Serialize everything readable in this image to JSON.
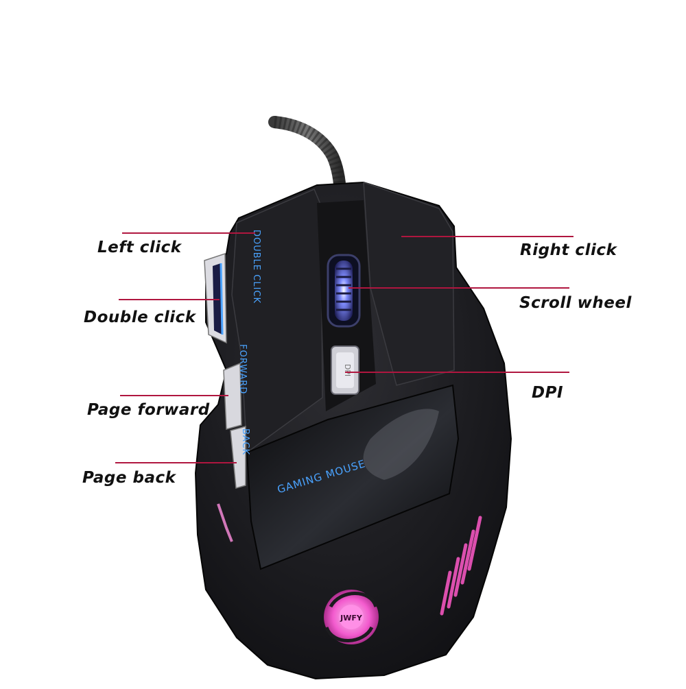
{
  "diagram": {
    "callouts": {
      "left_click": "Left click",
      "double_click": "Double click",
      "page_forward": "Page forward",
      "page_back": "Page back",
      "right_click": "Right click",
      "scroll_wheel": "Scroll wheel",
      "dpi": "DPI"
    },
    "mouse_printed_text": {
      "double_click_side": "DOUBLE CLICK",
      "forward_side": "FORWARD",
      "back_side": "BACK",
      "palm_text": "GAMING MOUSE",
      "dpi_button": "DPI"
    },
    "logo_text": "JWFY",
    "colors": {
      "leader_line": "#b0163f",
      "mouse_body": "#1b1b1e",
      "side_text": "#4aa3ff",
      "wheel_glow": "#6a78ff",
      "logo_glow": "#ff5fd8",
      "side_stripe_glow": "#ff59c8"
    }
  }
}
